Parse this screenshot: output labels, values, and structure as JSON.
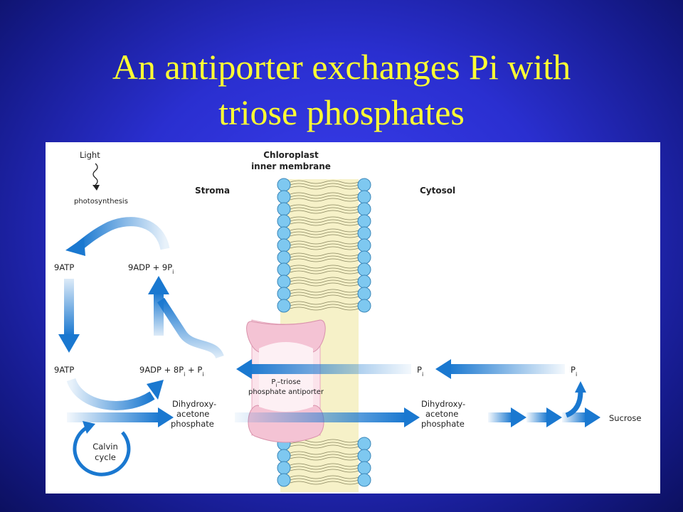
{
  "slide": {
    "title_line1": "An antiporter exchanges Pi with",
    "title_line2": "triose phosphates"
  },
  "diagram": {
    "light": "Light",
    "photosynthesis": "photosynthesis",
    "stroma": "Stroma",
    "membrane_line1": "Chloroplast",
    "membrane_line2": "inner membrane",
    "cytosol": "Cytosol",
    "atp_top": "9ATP",
    "adp_top_main": "9ADP + 9P",
    "sub_i": "i",
    "atp_mid": "9ATP",
    "adp_mid_main": "9ADP + 8P",
    "adp_mid_plus": " + P",
    "dhap_left_1": "Dihydroxy-",
    "dhap_left_2": "acetone",
    "dhap_left_3": "phosphate",
    "calvin_1": "Calvin",
    "calvin_2": "cycle",
    "antiporter_p": "P",
    "antiporter_1": "–triose",
    "antiporter_2": "phosphate antiporter",
    "pi_cytosol_left": "P",
    "pi_cytosol_right": "P",
    "dhap_right_1": "Dihydroxy-",
    "dhap_right_2": "acetone",
    "dhap_right_3": "phosphate",
    "sucrose": "Sucrose"
  },
  "colors": {
    "arrow_blue": "#1a78d0",
    "lipid_head": "#7ec8f0",
    "lipid_tail": "#f6f1c8",
    "protein": "#f4c3d4",
    "title": "#ffff33"
  }
}
